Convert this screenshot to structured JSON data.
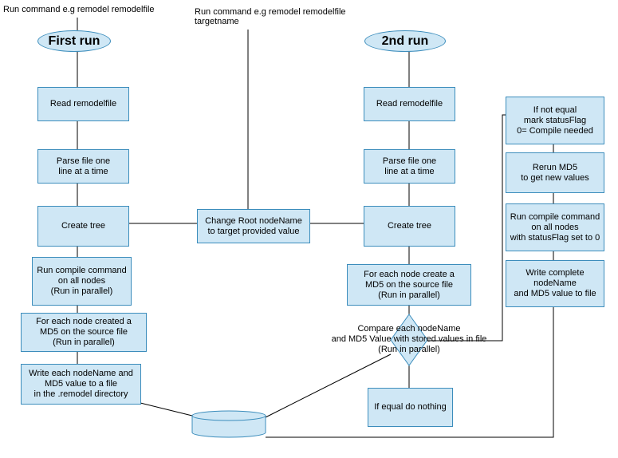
{
  "header_left": "Run command e.g remodel remodelfile",
  "header_mid": "Run command e.g remodel remodelfile\ntargetname",
  "first_run": {
    "title": "First run",
    "read": "Read remodelfile",
    "parse": "Parse file one\nline at a time",
    "create_tree": "Create tree",
    "compile": "Run compile command\non all nodes\n(Run in parallel)",
    "md5": "For each node created a\nMD5 on the source file\n(Run in parallel)",
    "write": "Write each nodeName and\nMD5 value to a file\nin the .remodel directory"
  },
  "center": {
    "change_root": "Change Root nodeName\nto target provided value"
  },
  "second_run": {
    "title": "2nd run",
    "read": "Read remodelfile",
    "parse": "Parse file one\nline at a time",
    "create_tree": "Create tree",
    "md5": "For each node create a\nMD5 on the source file\n(Run in parallel)",
    "compare": "Compare each nodeName\nand MD5 Value with stored values in file\n(Run in parallel)",
    "equal": "If equal do nothing"
  },
  "right_column": {
    "not_equal": "If not equal\nmark statusFlag\n0= Compile needed",
    "rerun": "Rerun MD5\nto get new values",
    "compile": "Run compile command\non all nodes\nwith statusFlag set to 0",
    "write": "Write complete\nnodeName\nand MD5 value to file"
  }
}
